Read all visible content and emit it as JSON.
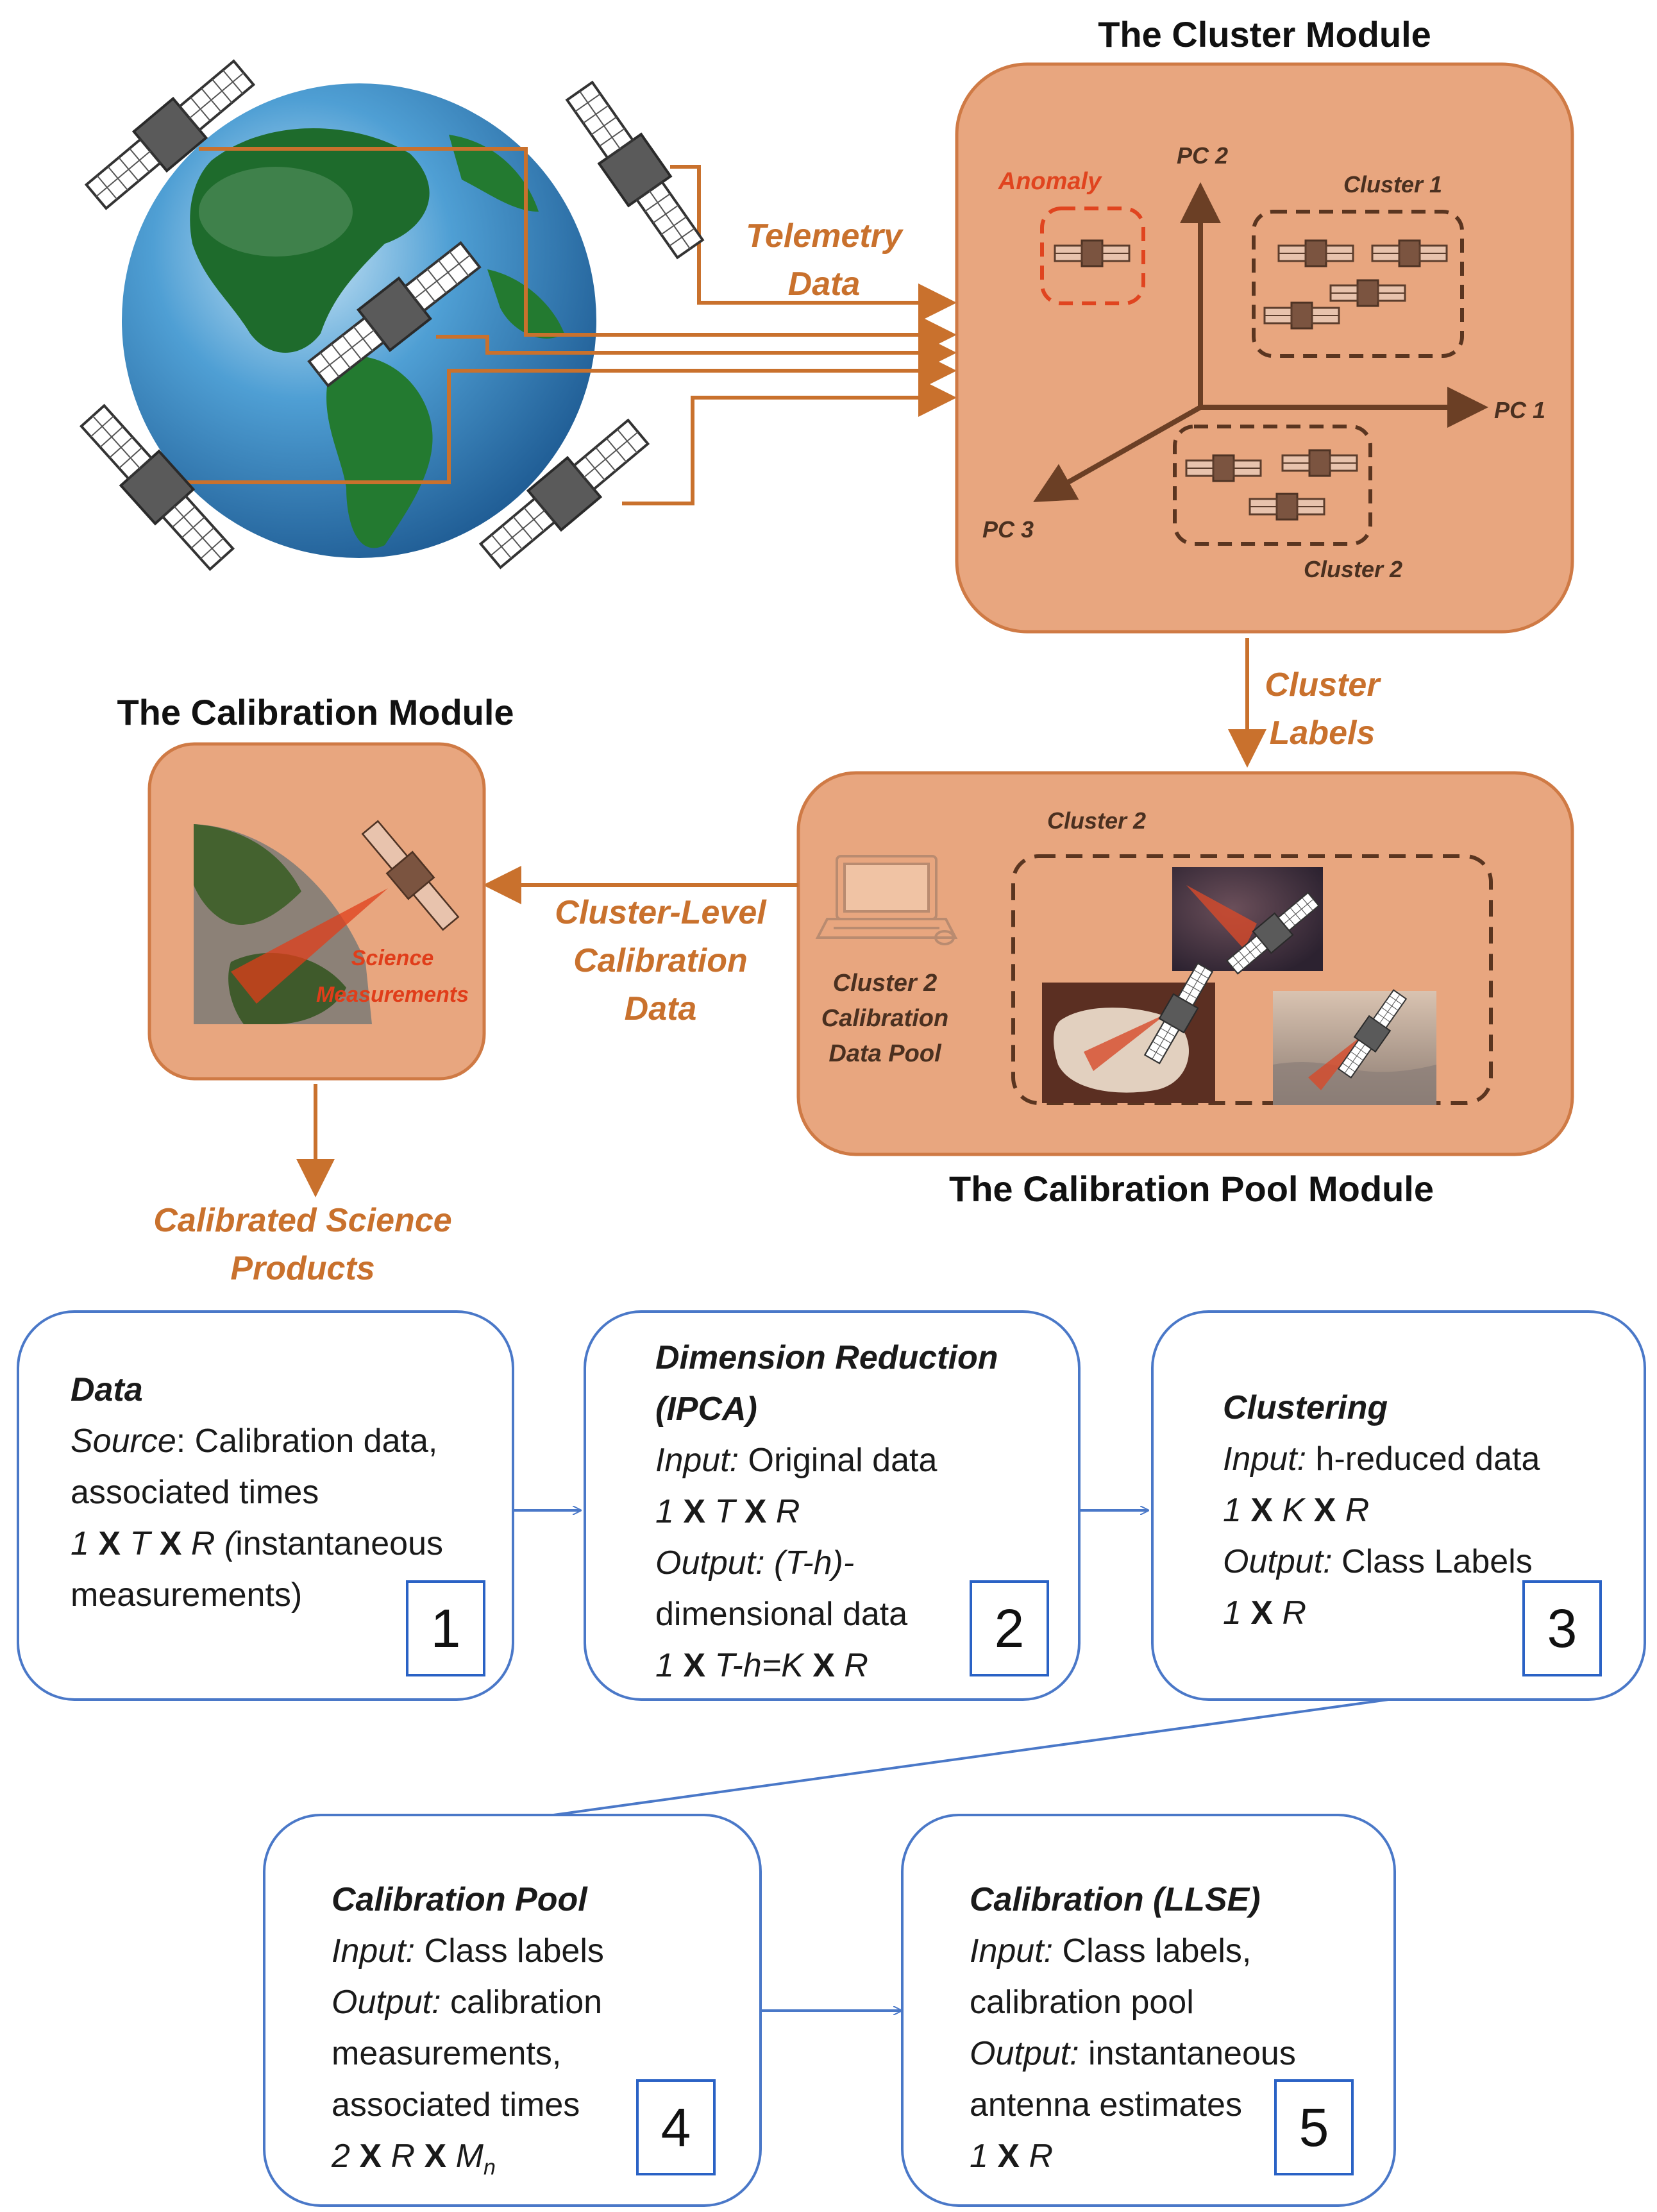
{
  "diagram": {
    "cluster_module": {
      "title": "The Cluster Module",
      "axis_labels": {
        "pc1": "PC 1",
        "pc2": "PC 2",
        "pc3": "PC 3"
      },
      "anomaly_label": "Anomaly",
      "cluster1_label": "Cluster 1",
      "cluster2_label": "Cluster 2"
    },
    "telemetry_label": {
      "line1": "Telemetry",
      "line2": "Data"
    },
    "cluster_labels_flow": {
      "line1": "Cluster",
      "line2": "Labels"
    },
    "calibration_pool_module": {
      "title": "The Calibration Pool Module",
      "cluster_label": "Cluster 2",
      "pool_label": {
        "line1": "Cluster 2",
        "line2": "Calibration",
        "line3": "Data Pool"
      }
    },
    "cluster_level_flow": {
      "line1": "Cluster-Level",
      "line2": "Calibration",
      "line3": "Data"
    },
    "calibration_module": {
      "title": "The Calibration Module",
      "science_label": {
        "line1": "Science",
        "line2": "Measurements"
      }
    },
    "output_label": {
      "line1": "Calibrated Science",
      "line2": "Products"
    },
    "colors": {
      "flow_orange": "#c9712d",
      "module_fill": "#e8a67f",
      "module_stroke": "#cf7a45",
      "step_border": "#4a78c8",
      "anomaly_red": "#e0441f"
    }
  },
  "steps": [
    {
      "number": "1",
      "title": "Data",
      "source_label": "Source",
      "source_text": ": Calibration data,",
      "line2": "associated times",
      "dims": {
        "a": "1",
        "x1": "X",
        "b": "T",
        "x2": "X",
        "c": "R",
        "open": "(",
        "rest": "instantaneous"
      },
      "line4": "measurements)"
    },
    {
      "number": "2",
      "title1": "Dimension Reduction",
      "title2": "(IPCA)",
      "input_label": "Input:",
      "input_text": " Original data",
      "in_dims": {
        "a": "1",
        "x1": "X",
        "b": "T",
        "x2": "X",
        "c": "R"
      },
      "output_label": "Output:",
      "output_text1": " (T-h)-",
      "output_text2": "dimensional data",
      "out_dims": {
        "a": "1",
        "x1": "X",
        "b": "T-h=K",
        "x2": "X",
        "c": "R"
      }
    },
    {
      "number": "3",
      "title": "Clustering",
      "input_label": "Input:",
      "input_text": " h-reduced data",
      "in_dims": {
        "a": "1",
        "x1": "X",
        "b": "K",
        "x2": "X",
        "c": "R"
      },
      "output_label": "Output:",
      "output_text": " Class Labels",
      "out_dims": {
        "a": "1",
        "x1": "X",
        "c": "R"
      }
    },
    {
      "number": "4",
      "title": "Calibration Pool",
      "input_label": "Input:",
      "input_text": " Class labels",
      "output_label": "Output:",
      "output_text": " calibration",
      "line4": "measurements,",
      "line5": "associated times",
      "dims": {
        "a": "2",
        "x1": "X",
        "b": "R",
        "x2": "X",
        "c": "M",
        "sub": "n"
      }
    },
    {
      "number": "5",
      "title": "Calibration (LLSE)",
      "input_label": "Input:",
      "input_text": " Class labels,",
      "line3": "calibration pool",
      "output_label": "Output:",
      "output_text": " instantaneous",
      "line5": "antenna estimates",
      "dims": {
        "a": "1",
        "x1": "X",
        "c": "R"
      }
    }
  ]
}
